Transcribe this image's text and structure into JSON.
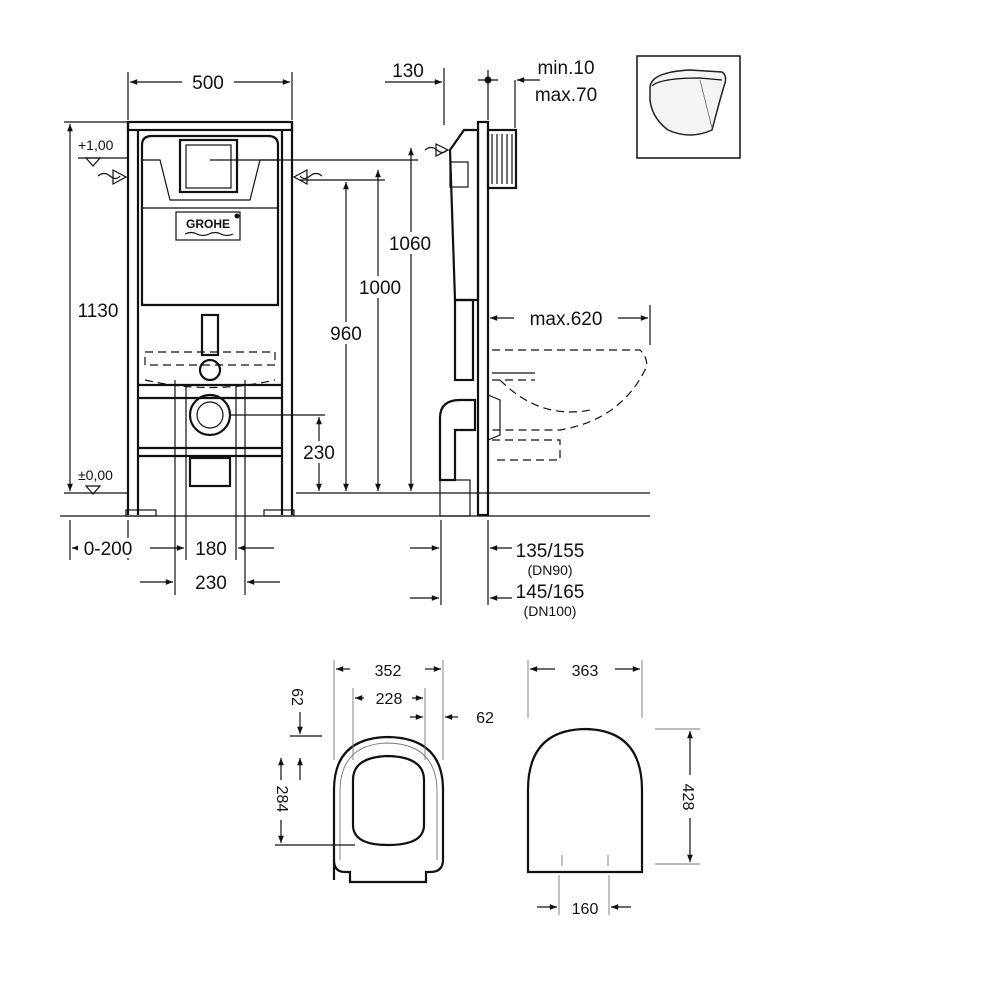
{
  "front_view": {
    "width_label": "500",
    "height_label": "1130",
    "level_top": "+1,00",
    "level_floor": "±0,00",
    "brand_label": "GROHE",
    "dim_960": "960",
    "dim_1000": "1000",
    "dim_1060": "1060",
    "dim_230_vertical": "230",
    "dim_offset": "0-200",
    "dim_180": "180",
    "dim_230_horizontal": "230"
  },
  "side_view": {
    "dim_130": "130",
    "dim_min": "min.10",
    "dim_max": "max.70",
    "dim_max_620": "max.620",
    "dim_dn90": "135/155",
    "label_dn90": "(DN90)",
    "dim_dn100": "145/165",
    "label_dn100": "(DN100)"
  },
  "seat_view": {
    "width_outer": "352",
    "width_inner": "228",
    "side_62": "62",
    "top_62": "62",
    "depth_284": "284"
  },
  "lid_view": {
    "width": "363",
    "depth": "428",
    "hinge_spacing": "160"
  }
}
